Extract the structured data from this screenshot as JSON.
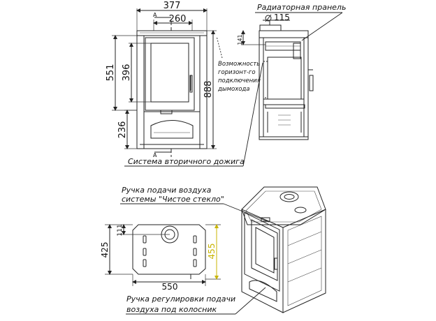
{
  "callouts": {
    "radiator_plate": "Радиаторная пранель",
    "horizontal_flue": [
      "Возможность",
      "горизонт-го",
      "подключения",
      "дымохода"
    ],
    "secondary_burn": "Система вторичного дожига",
    "air_handle_glass": [
      "Ручка подачи воздуха",
      "системы \"Чистое стекло\""
    ],
    "air_handle_grate": [
      "Ручка регулировки подачи",
      "воздуха под колосник"
    ]
  },
  "front_view": {
    "width": "377",
    "outlet_width": "260",
    "overall_height": "888",
    "upper_height": "551",
    "glass_height": "396",
    "base_height": "236",
    "section_mark": "A"
  },
  "side_section": {
    "outlet_diameter": "115",
    "outlet_offset": "141"
  },
  "top_view": {
    "width": "550",
    "depth": "425",
    "outlet_offset": "111",
    "inner_depth": "455"
  },
  "colors": {
    "line": "#222222",
    "highlight_dimension": "#c8b400"
  }
}
